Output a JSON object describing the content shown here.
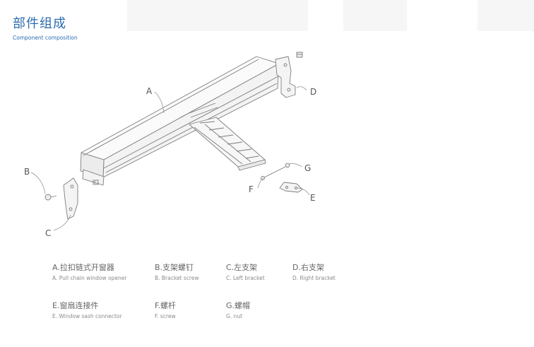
{
  "header": {
    "title_cn": "部件组成",
    "title_en": "Component composition"
  },
  "diagram": {
    "callouts": [
      {
        "letter": "A"
      },
      {
        "letter": "B"
      },
      {
        "letter": "C"
      },
      {
        "letter": "D"
      },
      {
        "letter": "E"
      },
      {
        "letter": "F"
      },
      {
        "letter": "G"
      }
    ]
  },
  "legend": [
    {
      "cn": "A.拉扣链式开窗器",
      "en": "A. Pull chain window opener"
    },
    {
      "cn": "B.支架螺钉",
      "en": "B. Bracket screw"
    },
    {
      "cn": "C.左支架",
      "en": "C. Left bracket"
    },
    {
      "cn": "D.右支架",
      "en": "D. Right bracket"
    },
    {
      "cn": "E.窗扇连接件",
      "en": "E. Window sash connector"
    },
    {
      "cn": "F.螺杆",
      "en": "F. screw"
    },
    {
      "cn": "G.螺帽",
      "en": "G. nut"
    }
  ],
  "colors": {
    "accent": "#2b6cb0",
    "line": "#7d7d7d"
  }
}
